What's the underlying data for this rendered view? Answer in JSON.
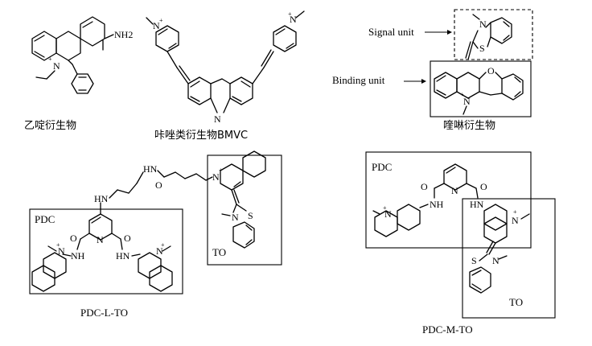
{
  "captions": {
    "ethidium": "乙啶衍生物",
    "carbazole": "咔唑类衍生物BMVC",
    "quinolinium": "喹啉衍生物",
    "pdc_l_to": "PDC-L-TO",
    "pdc_m_to": "PDC-M-TO"
  },
  "annotations": {
    "signal_unit": "Signal unit",
    "binding_unit": "Binding unit",
    "pdc_a": "PDC",
    "to_a": "TO",
    "pdc_b": "PDC",
    "to_b": "TO"
  },
  "atoms": {
    "nh2": "NH2",
    "n": "N",
    "s": "S",
    "o": "O",
    "hn": "HN",
    "nh": "NH",
    "plus": "+"
  }
}
